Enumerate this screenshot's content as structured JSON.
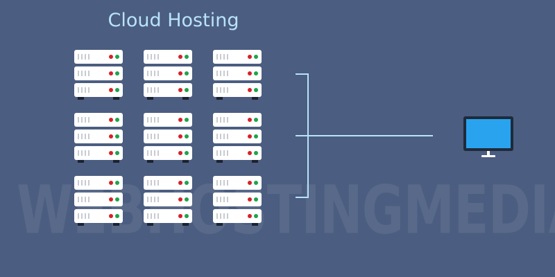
{
  "title": "Cloud Hosting",
  "watermark": "WEBHOSTINGMEDIA",
  "colors": {
    "background": "#4b5d80",
    "title": "#b9e3fb",
    "server_body": "#ffffff",
    "led_red": "#d6212a",
    "led_green": "#20a34c",
    "connector": "#b9e3fb",
    "monitor_screen": "#2aa3ef",
    "monitor_frame": "#1f2a3a"
  },
  "server_grid": {
    "rows": 3,
    "columns": 3,
    "units_per_stack": 3
  },
  "icons": [
    "server-rack-icon",
    "monitor-icon",
    "connector-bracket"
  ]
}
